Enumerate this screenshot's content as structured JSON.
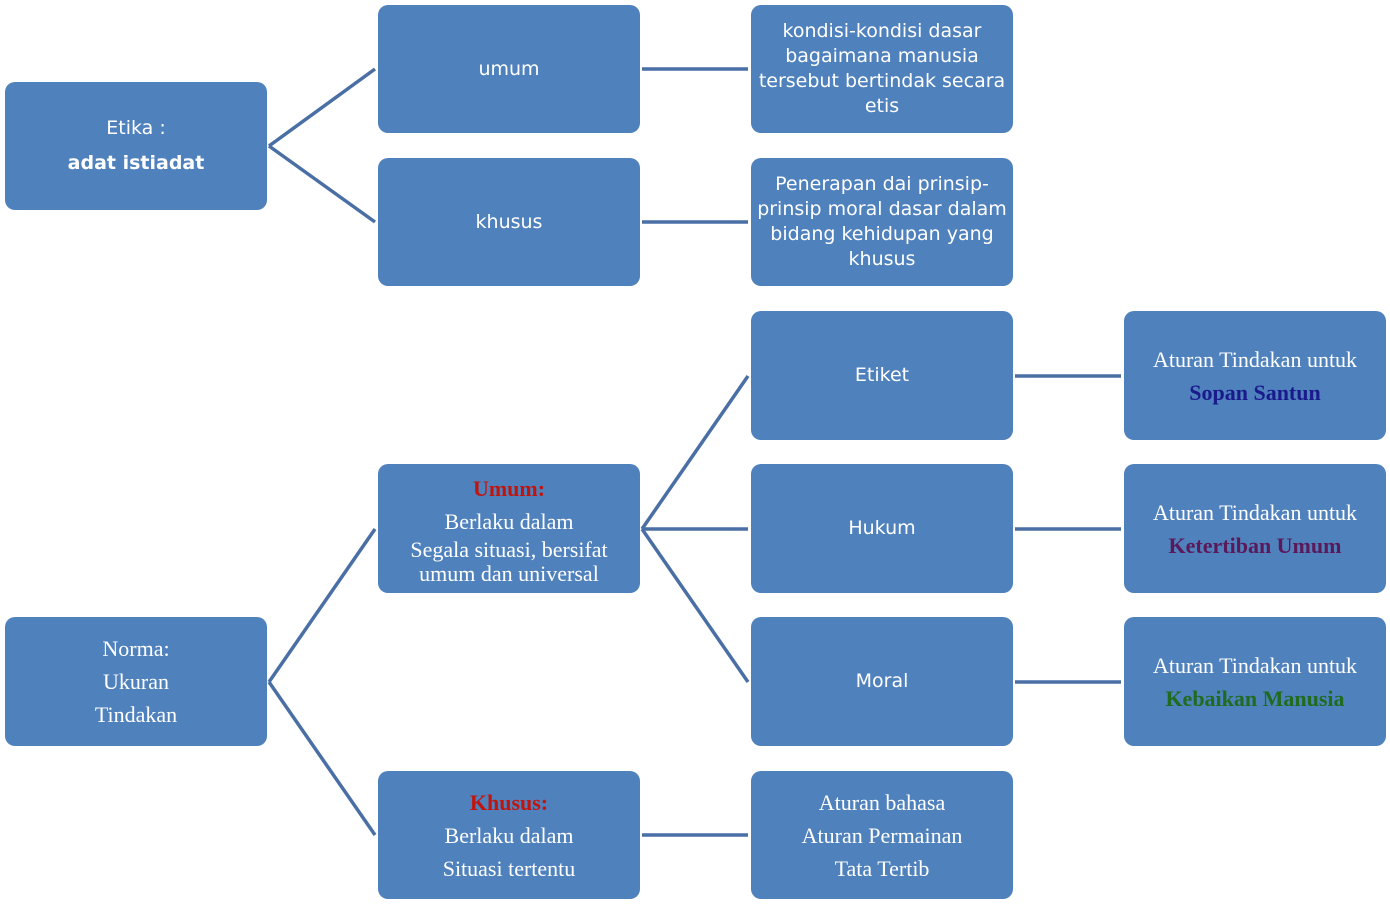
{
  "etika": {
    "root": {
      "line1": "Etika :",
      "line2": "adat istiadat"
    },
    "umum": {
      "label": "umum",
      "desc": "kondisi-kondisi dasar bagaimana manusia tersebut bertindak secara etis"
    },
    "khusus": {
      "label": "khusus",
      "desc": "Penerapan dai prinsip-prinsip moral dasar dalam bidang kehidupan yang khusus"
    }
  },
  "norma": {
    "root": {
      "line1": "Norma:",
      "line2": "Ukuran",
      "line3": "Tindakan"
    },
    "umum": {
      "title": "Umum:",
      "line1": "Berlaku dalam",
      "line2": "Segala situasi, bersifat umum dan universal"
    },
    "khusus": {
      "title": "Khusus:",
      "line1": "Berlaku dalam",
      "line2": "Situasi tertentu"
    },
    "types": [
      {
        "label": "Etiket",
        "rule_prefix": "Aturan Tindakan untuk",
        "rule_target": "Sopan Santun"
      },
      {
        "label": "Hukum",
        "rule_prefix": "Aturan Tindakan untuk",
        "rule_target": "Ketertiban Umum"
      },
      {
        "label": "Moral",
        "rule_prefix": "Aturan Tindakan untuk",
        "rule_target": "Kebaikan Manusia"
      }
    ],
    "khusus_examples": [
      "Aturan bahasa",
      "Aturan Permainan",
      "Tata Tertib"
    ]
  },
  "colors": {
    "box_fill": "#4f81bd",
    "connector": "#4a6fa5",
    "title_red": "#c0150f",
    "sopan_santun": "#1a1a8c",
    "ketertiban_umum": "#5a1a5a",
    "kebaikan_manusia": "#1f6b1f"
  }
}
